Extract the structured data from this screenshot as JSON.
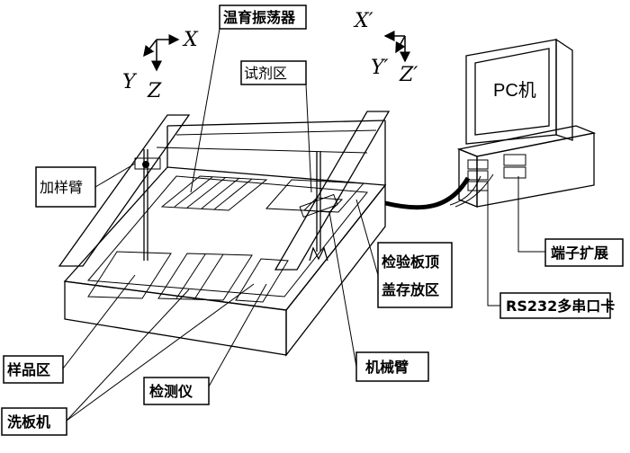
{
  "labels": {
    "incubator_shaker": "温育振荡器",
    "reagent_zone": "试剂区",
    "pc": "PC机",
    "sample_arm": "加样臂",
    "plate_cover_storage_line1": "检验板顶",
    "plate_cover_storage_line2": "盖存放区",
    "terminal_expansion": "端子扩展",
    "rs232_card": "RS232多串口卡",
    "sample_zone": "样品区",
    "mechanical_arm": "机械臂",
    "detector": "检测仪",
    "plate_washer": "洗板机"
  },
  "axes_machine": {
    "x": "X",
    "y": "Y",
    "z": "Z"
  },
  "axes_arm": {
    "x": "X′",
    "y": "Y′",
    "z": "Z′"
  }
}
